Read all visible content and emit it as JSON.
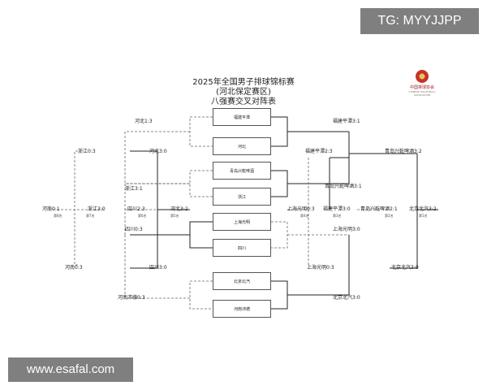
{
  "watermarks": {
    "top": "TG: MYYJJPP",
    "bottom": "www.esafal.com"
  },
  "title": {
    "line1": "2025年全国男子排球锦标赛",
    "line2": "(河北保定赛区)",
    "line3": "八强赛交叉对阵表"
  },
  "logo": {
    "text": "中国排球协会",
    "sub": "CHINESE VOLLEYBALL ASSOCIATION"
  },
  "teams": [
    "福建平潭",
    "河北",
    "青岛兴乾啤酒",
    "浙江",
    "上海光明",
    "四川",
    "北京北汽",
    "河南沛德"
  ],
  "labels": {
    "l_hebei13": "河北1:3",
    "l_zhejiang03a": "浙江0:3",
    "l_hebei30": "河北3:0",
    "l_zhejiang31": "浙江3:1",
    "l_henan01": "河南0:1",
    "l_zhejiang30": "浙江3:0",
    "l_sichuan23": "四川2:3",
    "l_hebei32": "河北3:2",
    "l_sichuan03": "四川0:3",
    "l_henan03": "河南0:3",
    "l_sichuan30": "四川3:0",
    "l_henanpd03": "河南沛德0:3",
    "l_fujian31": "福建平潭3:1",
    "l_fujian23": "福建平潭2:3",
    "l_qingdao32": "青岛兴乾啤酒3:2",
    "l_qingdao31": "青岛兴乾啤酒3:1",
    "l_shanghai03": "上海光明0:3",
    "l_fujian30": "福建平潭3:0",
    "l_qingdao21": "青岛兴乾啤酒2:1",
    "l_beijing32": "北京北汽3:2",
    "l_shanghai30": "上海光明3:0",
    "l_shanghai03b": "上海光明0:3",
    "l_beijing30": "北京北汽3:0",
    "l_beijing30b": "北京北汽3:0"
  },
  "ranks": {
    "r8": "第8名",
    "r7": "第7名",
    "r6": "第6名",
    "r5": "第5名",
    "r4": "第4名",
    "r3": "第3名",
    "r2": "第2名",
    "r1": "第1名"
  }
}
